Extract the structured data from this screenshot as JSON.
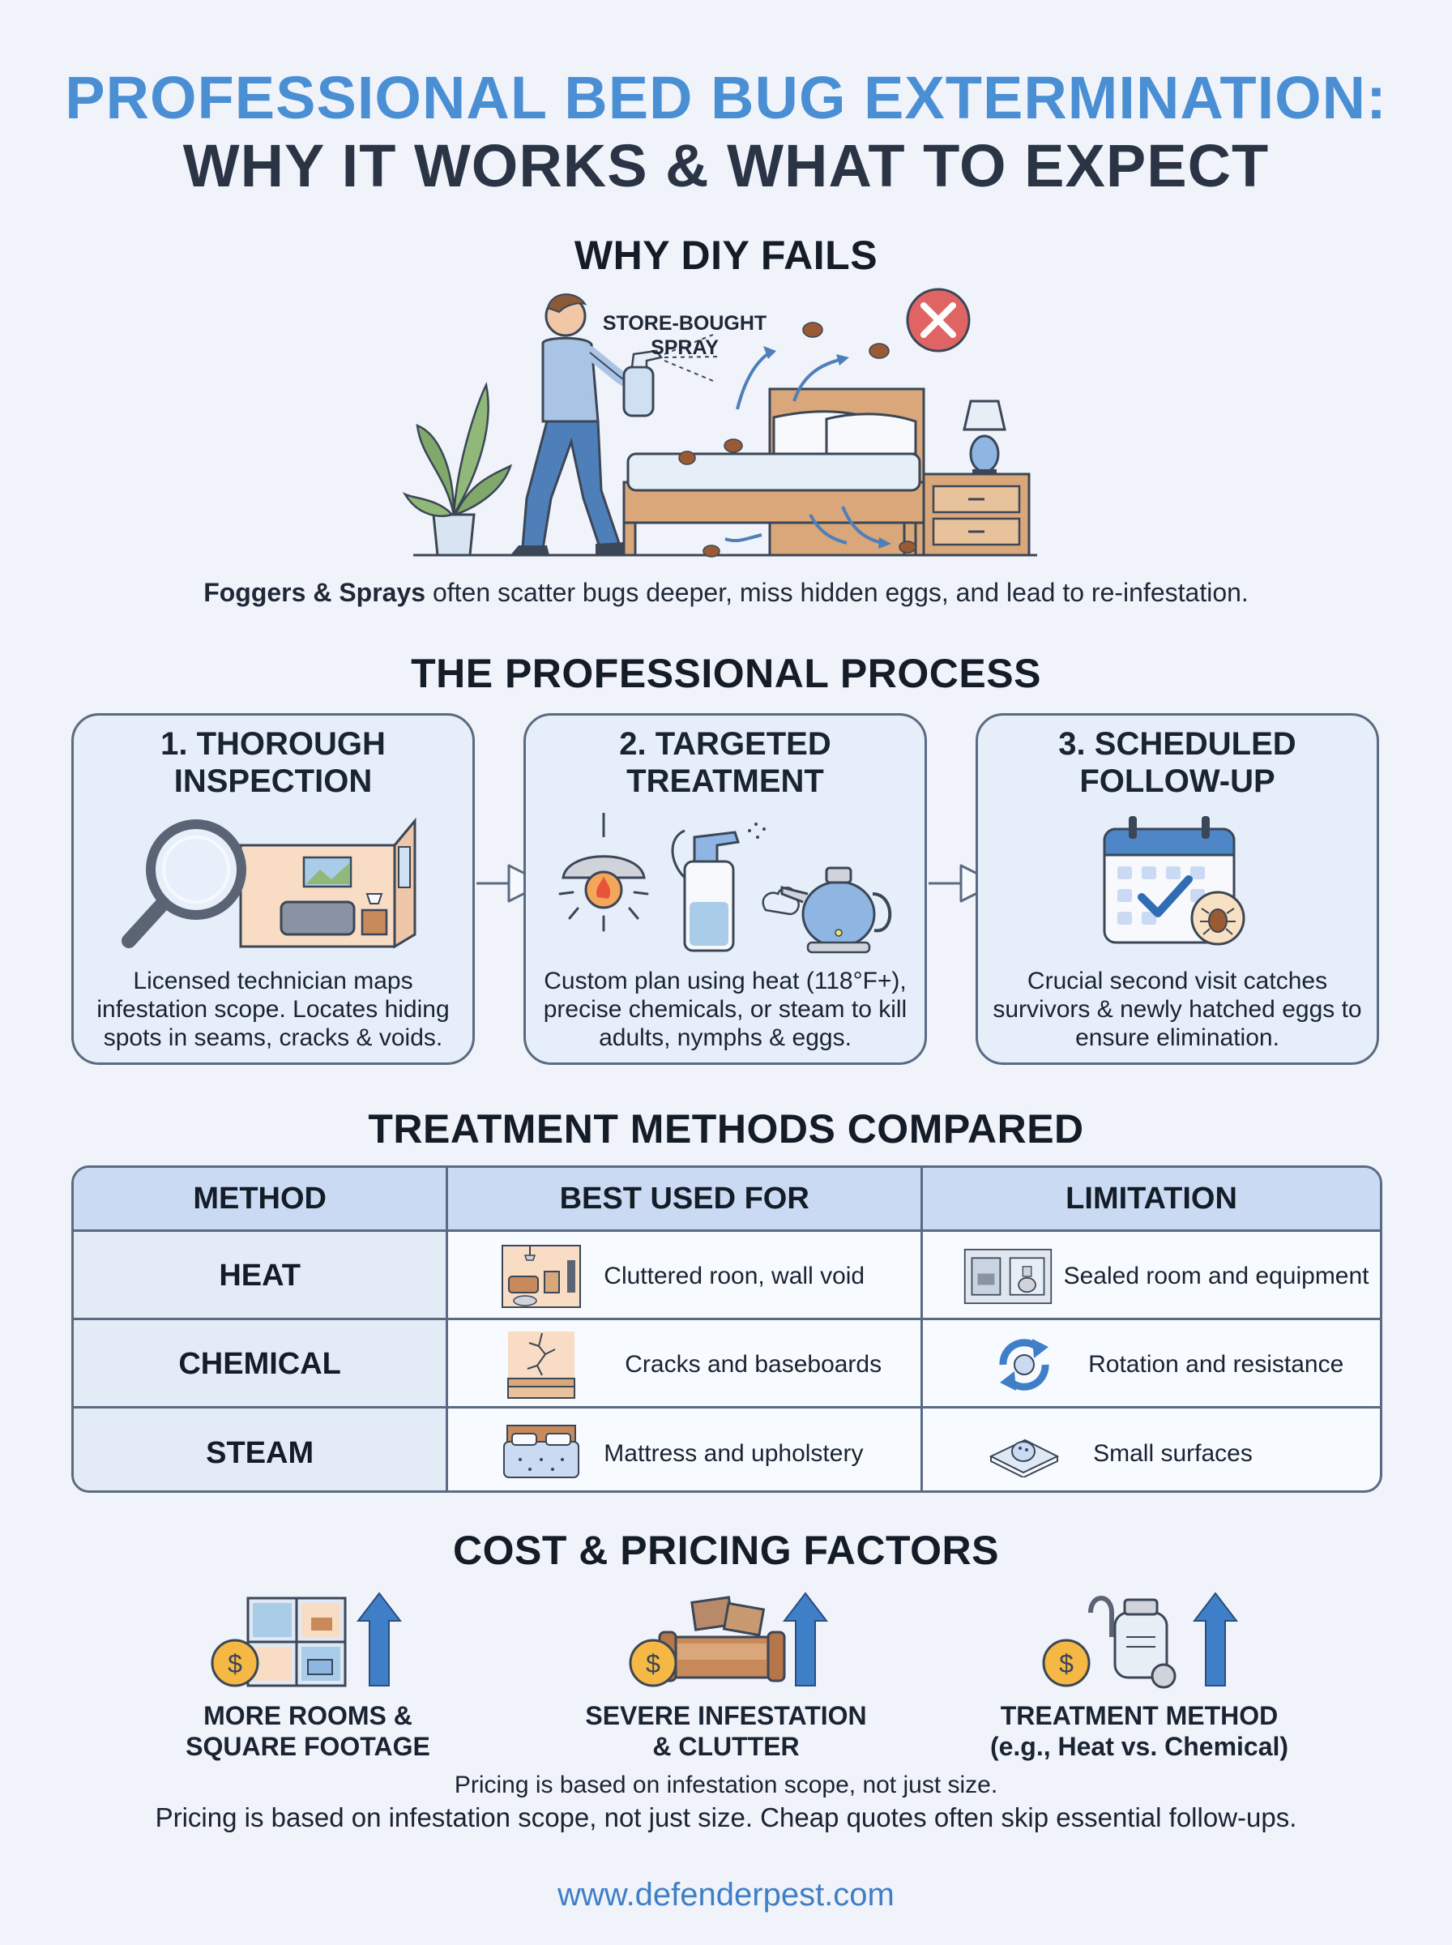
{
  "header": {
    "title_line1": "PROFESSIONAL BED BUG EXTERMINATION:",
    "title_line2": "WHY IT WORKS & WHAT TO EXPECT"
  },
  "diy": {
    "heading": "WHY DIY FAILS",
    "spray_label_line1": "STORE-BOUGHT",
    "spray_label_line2": "SPRAY",
    "caption_bold": "Foggers & Sprays",
    "caption_rest": " often scatter bugs deeper, miss hidden eggs, and lead to re-infestation."
  },
  "process": {
    "heading": "THE PROFESSIONAL PROCESS",
    "steps": [
      {
        "title_line1": "1. THOROUGH",
        "title_line2": "INSPECTION",
        "desc": "Licensed technician maps infestation scope. Locates hiding spots in seams, cracks & voids.",
        "icon": "magnifier-room-icon"
      },
      {
        "title_line1": "2. TARGETED",
        "title_line2": "TREATMENT",
        "desc": "Custom plan using heat (118°F+), precise chemicals, or steam to kill adults, nymphs & eggs.",
        "icon": "heat-spray-steamer-icon"
      },
      {
        "title_line1": "3. SCHEDULED",
        "title_line2": "FOLLOW-UP",
        "desc": "Crucial second visit catches survivors & newly hatched eggs to ensure elimination.",
        "icon": "calendar-check-icon"
      }
    ]
  },
  "comparison": {
    "heading": "TREATMENT METHODS COMPARED",
    "columns": [
      "METHOD",
      "BEST USED FOR",
      "LIMITATION"
    ],
    "rows": [
      {
        "method": "HEAT",
        "best_used_for": "Cluttered roon, wall void",
        "limitation": "Sealed room and equipment"
      },
      {
        "method": "CHEMICAL",
        "best_used_for": "Cracks and baseboards",
        "limitation": "Rotation and resistance"
      },
      {
        "method": "STEAM",
        "best_used_for": "Mattress and upholstery",
        "limitation": "Small surfaces"
      }
    ]
  },
  "cost": {
    "heading": "COST & PRICING FACTORS",
    "factors": [
      {
        "line1": "MORE ROOMS &",
        "line2": "SQUARE FOOTAGE"
      },
      {
        "line1": "SEVERE INFESTATION",
        "line2": "& CLUTTER"
      },
      {
        "line1": "TREATMENT METHOD",
        "line2": "(e.g., Heat vs. Chemical)"
      }
    ],
    "note_line1": "Pricing is based on infestation scope, not just size.",
    "note_line2": "Pricing is based on infestation scope, not just size. Cheap quotes often skip essential follow-ups."
  },
  "footer": {
    "url": "www.defenderpest.com"
  },
  "colors": {
    "accent_blue": "#4a8fd4",
    "dark_text": "#2a3444",
    "card_bg": "#e6eef9",
    "table_header": "#c9daf2",
    "error_red": "#e06464"
  }
}
